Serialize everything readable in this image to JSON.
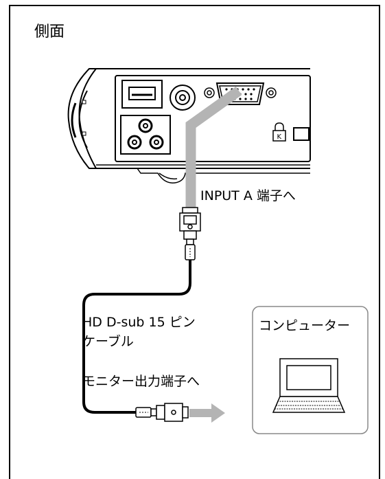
{
  "title": "側面",
  "labels": {
    "input_a": "INPUT A 端子へ",
    "cable_line1": "HD D-sub 15 ピン",
    "cable_line2": "ケーブル",
    "monitor_out": "モニター出力端子へ",
    "computer": "コンピューター"
  },
  "icons": {
    "projector": "projector-side-panel",
    "lock": "kensington-lock-icon",
    "computer": "laptop-icon",
    "arrow": "arrow-right-icon"
  },
  "colors": {
    "line": "#000000",
    "cable_path": "#b4b4b4",
    "connector_fill": "#ffffff",
    "computer_box_border": "#888888"
  }
}
